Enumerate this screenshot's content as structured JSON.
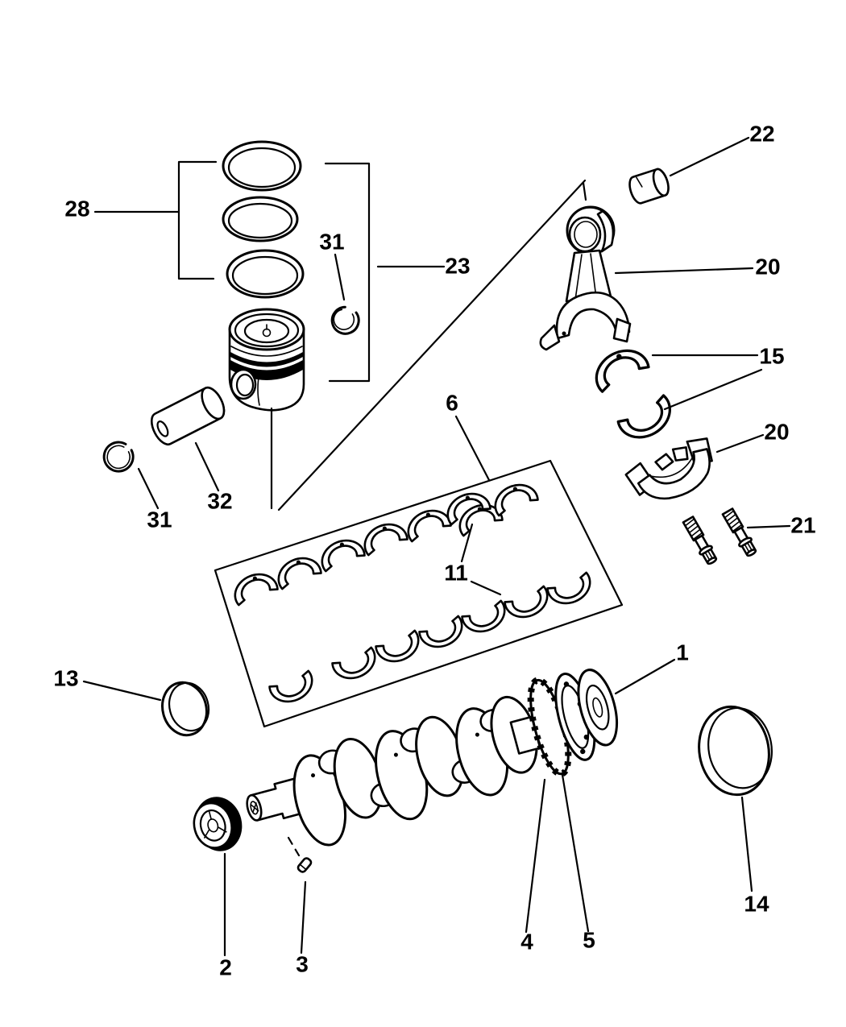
{
  "diagram": {
    "colors": {
      "ink": "#000000",
      "paper": "#ffffff"
    },
    "callouts": {
      "c1": "1",
      "c2": "2",
      "c3": "3",
      "c4": "4",
      "c5": "5",
      "c6": "6",
      "c11": "11",
      "c13": "13",
      "c14": "14",
      "c15": "15",
      "c20_rod": "20",
      "c20_cap": "20",
      "c21": "21",
      "c22": "22",
      "c23": "23",
      "c28": "28",
      "c31_top": "31",
      "c31_left": "31",
      "c32": "32"
    }
  }
}
